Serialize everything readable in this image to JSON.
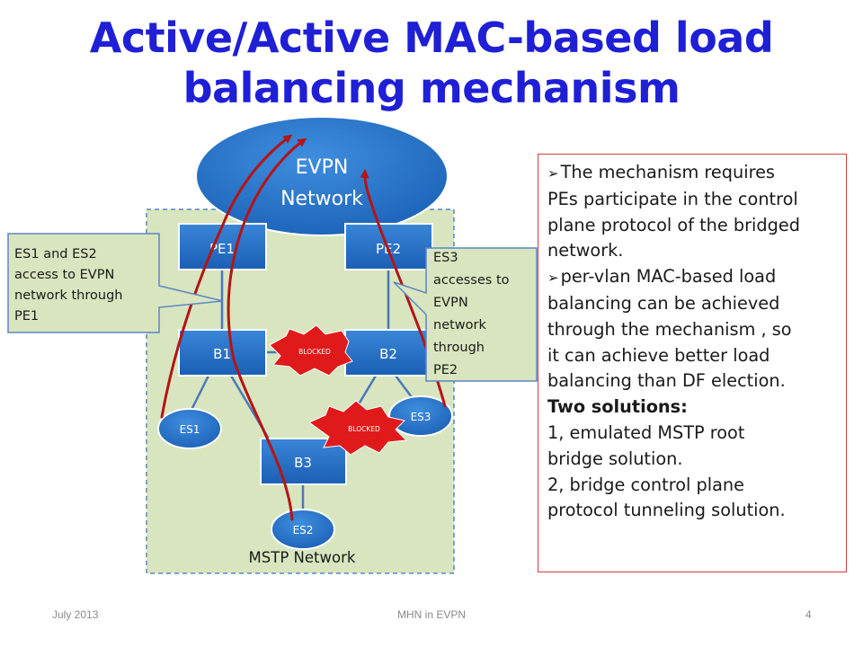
{
  "slide": {
    "title_line1": "Active/Active MAC-based load",
    "title_line2": "balancing mechanism"
  },
  "diagram": {
    "cloud_line1": "EVPN",
    "cloud_line2": "Network",
    "mstp_label": "MSTP Network",
    "nodes": {
      "pe1": "PE1",
      "pe2": "PE2",
      "b1": "B1",
      "b2": "B2",
      "b3": "B3",
      "es1": "ES1",
      "es2": "ES2",
      "es3": "ES3"
    },
    "blocked_1": "BLOCKED",
    "blocked_2": "BLOCKED",
    "callout_left": [
      "ES1 and ES2",
      "access to EVPN",
      "network through",
      "PE1"
    ],
    "callout_right": [
      "ES3",
      "accesses to",
      "EVPN",
      "network",
      "through",
      "PE2"
    ]
  },
  "bullets": {
    "b1_lines": [
      "The mechanism requires",
      "PEs participate in the control",
      "plane protocol of the bridged",
      "network."
    ],
    "b2_lines": [
      "per-vlan MAC-based load",
      "balancing can be achieved",
      "through the mechanism , so",
      "it can achieve  better load",
      "balancing than DF election."
    ],
    "solutions_heading": "Two solutions:",
    "solution_lines": [
      "1, emulated MSTP root",
      "bridge solution.",
      "2, bridge control plane",
      "protocol tunneling solution."
    ]
  },
  "footer": {
    "date": "July 2013",
    "center": "MHN in EVPN",
    "page": "4"
  },
  "colors": {
    "title": "#1f1fd6",
    "node_blue": "#1f6ec6",
    "mstp_fill": "#d8e5bf",
    "callout_fill": "#d8e5bf",
    "arrow_red": "#b41414",
    "blocked_red": "#e01a1a",
    "bullet_border": "#d04040"
  }
}
